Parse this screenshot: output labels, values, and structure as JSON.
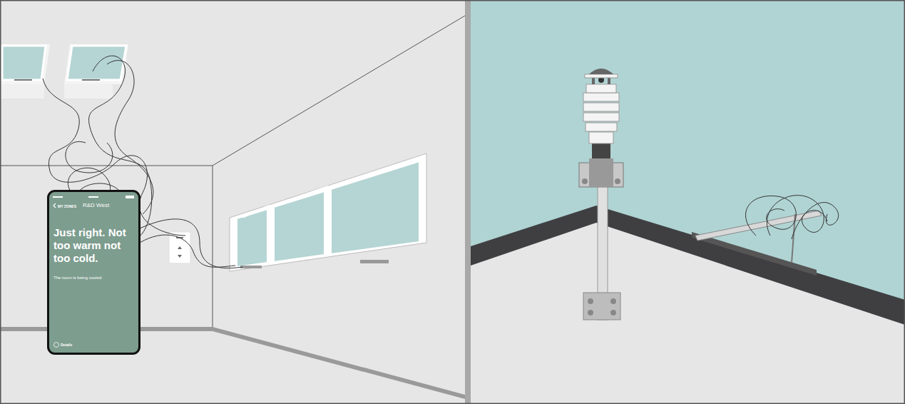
{
  "diagram": {
    "nodes": [
      {
        "text": [
          "MY ZONES",
          "R&D West",
          "Just right. Not too warm not too cold.",
          "The room is being cooled",
          "Details"
        ]
      }
    ]
  }
}
